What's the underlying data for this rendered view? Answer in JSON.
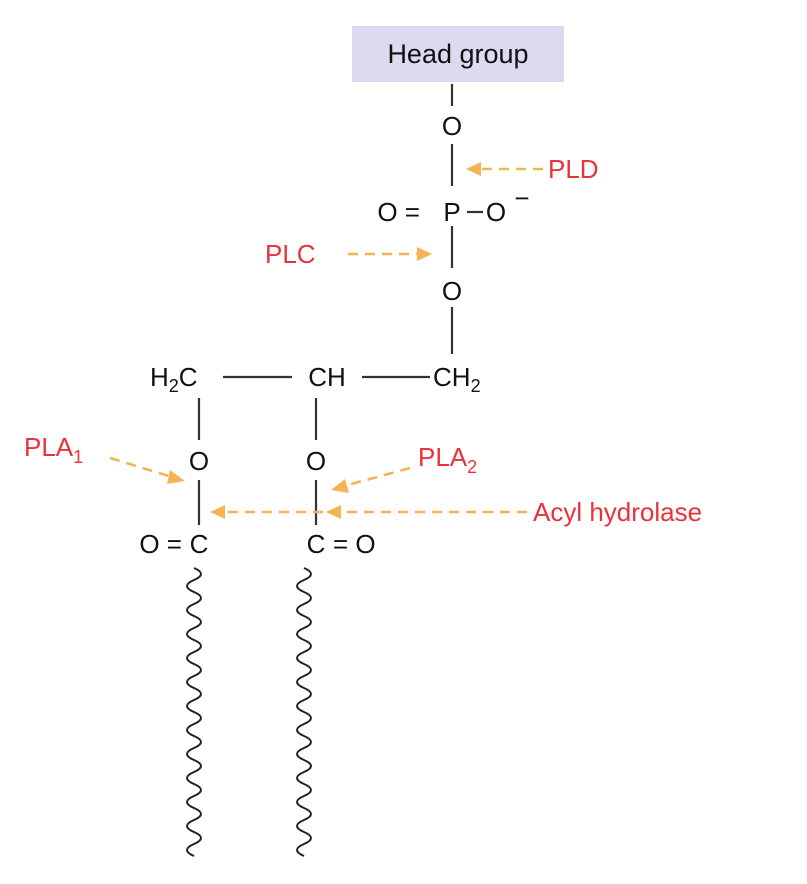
{
  "colors": {
    "head_box": "#dcdaf0",
    "enzyme_text": "#e8323c",
    "cleavage_arrow": "#f4b454",
    "structure": "#111111"
  },
  "head_group": "Head group",
  "atoms": {
    "o_top": "O",
    "phosphate_o_left": "O =",
    "phosphorus": "P",
    "phosphate_o_right": "O",
    "charge": "−",
    "o_mid": "O",
    "c1": "H",
    "c1_sub": "2",
    "c1_c": "C",
    "c2": "CH",
    "c3": "CH",
    "c3_sub": "2",
    "o_left": "O",
    "o_right": "O",
    "carbonyl_left_o": "O =",
    "carbonyl_left_c": "C",
    "carbonyl_right_c": "C",
    "carbonyl_right_o": "= O"
  },
  "enzymes": {
    "pld": "PLD",
    "plc": "PLC",
    "pla1": "PLA",
    "pla1_sub": "1",
    "pla2": "PLA",
    "pla2_sub": "2",
    "acyl": "Acyl hydrolase"
  }
}
